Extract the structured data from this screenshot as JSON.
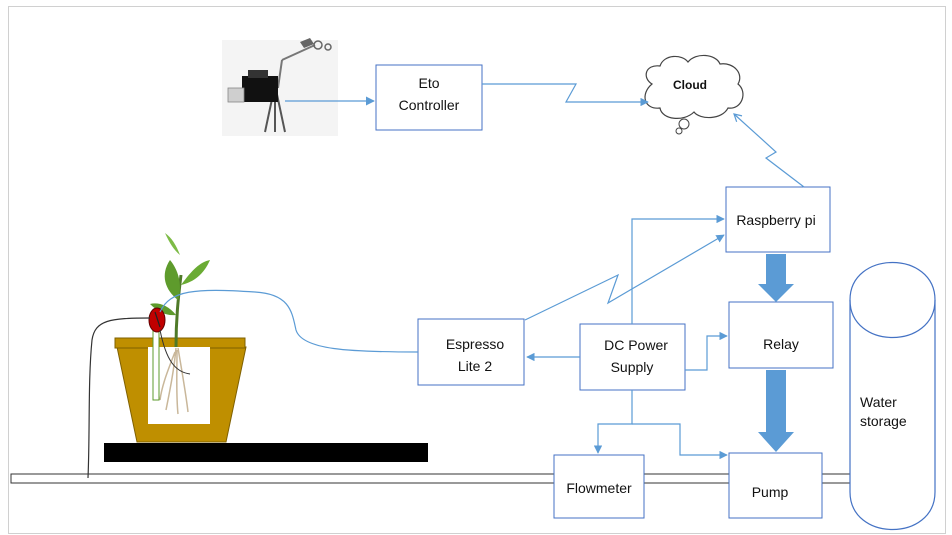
{
  "colors": {
    "box_stroke": "#4472c4",
    "line_blue": "#5b9bd5",
    "thick_arrow": "#5b9bd5",
    "pot_fill": "#bf8f00",
    "base_fill": "#000000"
  },
  "icons": [
    "weather-station-icon",
    "cloud-icon",
    "soil-sensor-icon",
    "plant-icon"
  ],
  "nodes": {
    "eto_line1": "Eto",
    "eto_line2": "Controller",
    "cloud": "Cloud",
    "raspberry": "Raspberry pi",
    "relay": "Relay",
    "espresso_line1": "Espresso",
    "espresso_line2": "Lite 2",
    "dc_line1": "DC Power",
    "dc_line2": "Supply",
    "flowmeter": "Flowmeter",
    "pump": "Pump",
    "water_line1": "Water",
    "water_line2": "storage"
  }
}
